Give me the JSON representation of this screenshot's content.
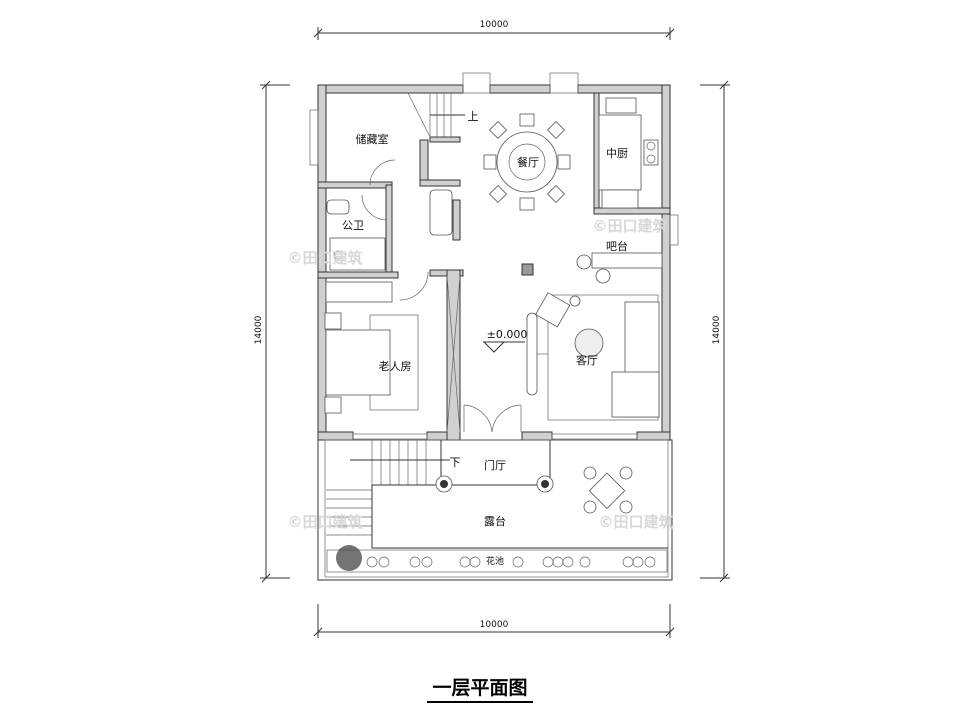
{
  "dimensions": {
    "top_width": "10000",
    "bottom_width": "10000",
    "left_depth": "14000",
    "right_depth": "14000"
  },
  "rooms": {
    "storage": "储藏室",
    "dining": "餐厅",
    "kitchen": "中厨",
    "bathroom": "公卫",
    "bar": "吧台",
    "elder_bedroom": "老人房",
    "living": "客厅",
    "foyer": "门厅",
    "terrace": "露台",
    "planter": "花池"
  },
  "annotations": {
    "stairs_up": "上",
    "stairs_down": "下",
    "elevation": "±0.000"
  },
  "watermark": "©田口建筑",
  "title": "一层平面图"
}
